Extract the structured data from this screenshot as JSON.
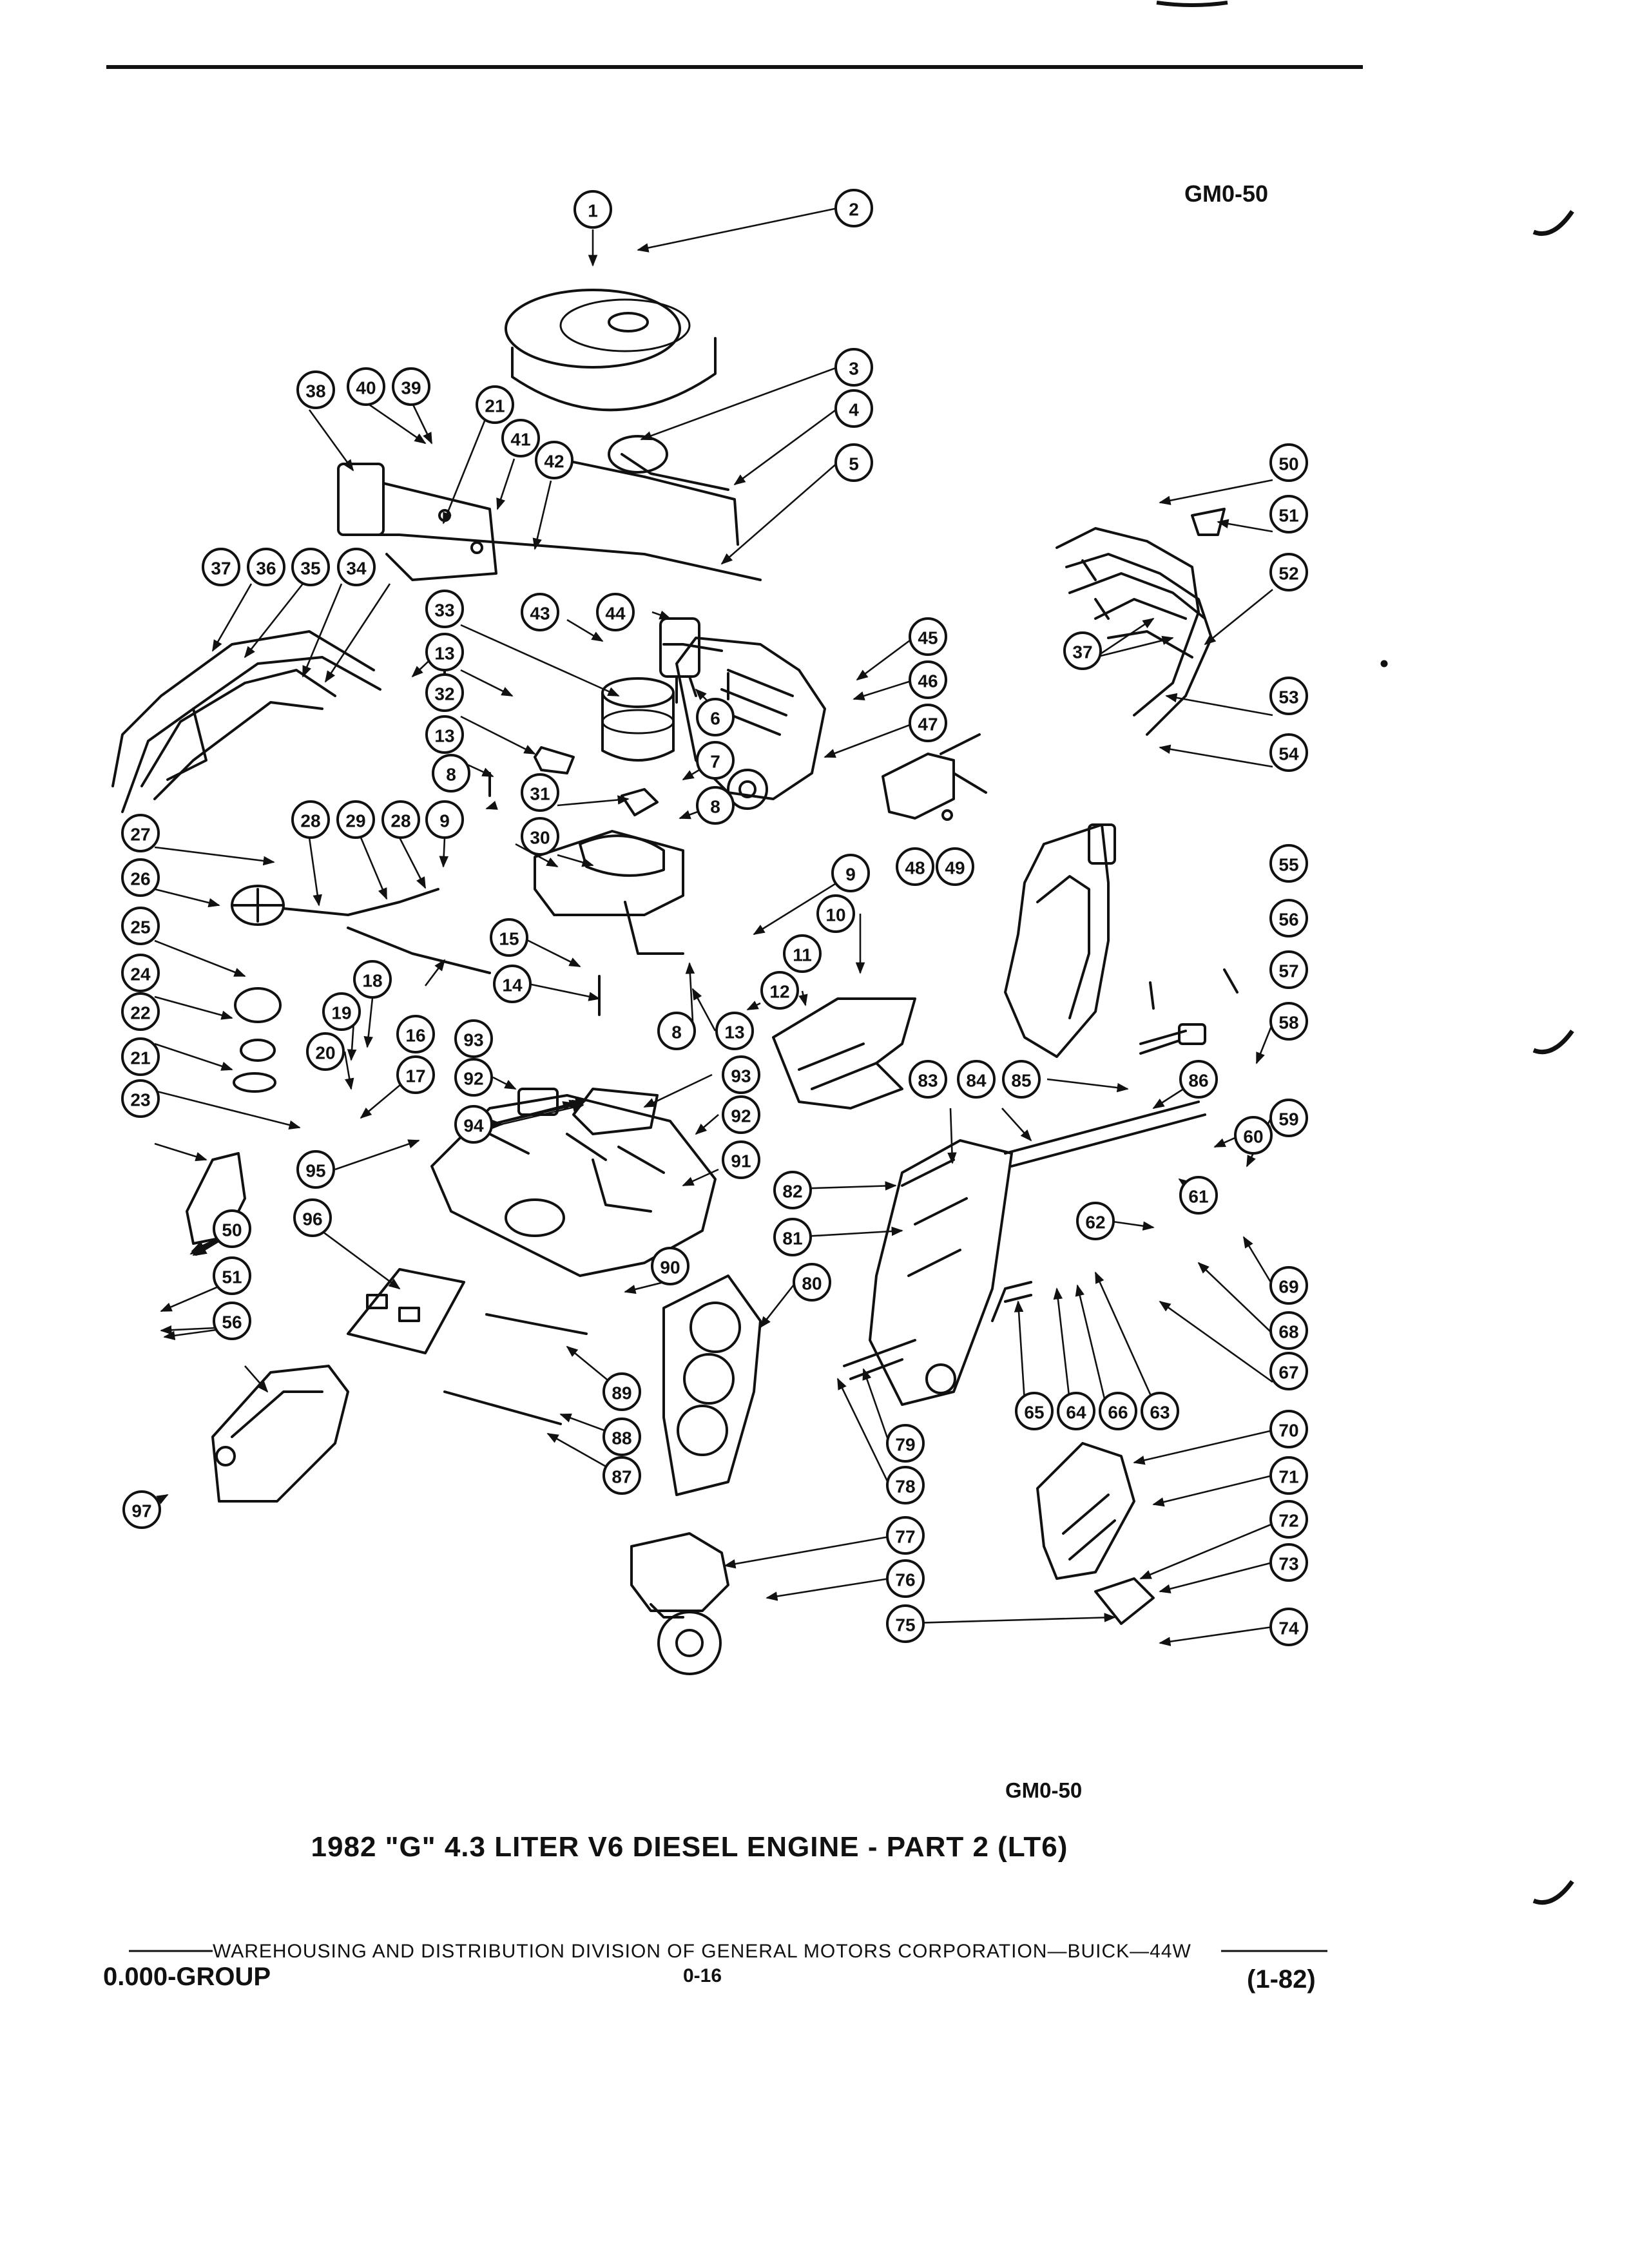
{
  "header": {
    "figure_code": "GM0-50"
  },
  "diagram": {
    "callouts": [
      "1",
      "2",
      "3",
      "4",
      "5",
      "6",
      "7",
      "8",
      "8",
      "8",
      "9",
      "9",
      "10",
      "11",
      "12",
      "13",
      "13",
      "13",
      "14",
      "15",
      "16",
      "17",
      "18",
      "19",
      "20",
      "21",
      "21",
      "22",
      "23",
      "24",
      "25",
      "26",
      "27",
      "28",
      "28",
      "29",
      "30",
      "31",
      "32",
      "33",
      "34",
      "35",
      "36",
      "37",
      "37",
      "38",
      "39",
      "40",
      "41",
      "42",
      "43",
      "44",
      "45",
      "46",
      "47",
      "48",
      "49",
      "50",
      "50",
      "51",
      "51",
      "52",
      "53",
      "54",
      "55",
      "56",
      "56",
      "57",
      "58",
      "59",
      "60",
      "61",
      "62",
      "63",
      "64",
      "65",
      "66",
      "67",
      "68",
      "69",
      "70",
      "71",
      "72",
      "73",
      "74",
      "75",
      "76",
      "77",
      "78",
      "79",
      "80",
      "81",
      "82",
      "83",
      "84",
      "85",
      "86",
      "87",
      "88",
      "89",
      "90",
      "91",
      "92",
      "92",
      "93",
      "93",
      "94",
      "95",
      "96",
      "97"
    ]
  },
  "footer": {
    "figure_code": "GM0-50",
    "caption": "1982 \"G\" 4.3 LITER V6 DIESEL ENGINE - PART 2 (LT6)",
    "publisher_line": "WAREHOUSING AND DISTRIBUTION DIVISION OF GENERAL MOTORS CORPORATION—BUICK—44W",
    "group": "0.000-GROUP",
    "page_number": "0-16",
    "revision": "(1-82)"
  }
}
